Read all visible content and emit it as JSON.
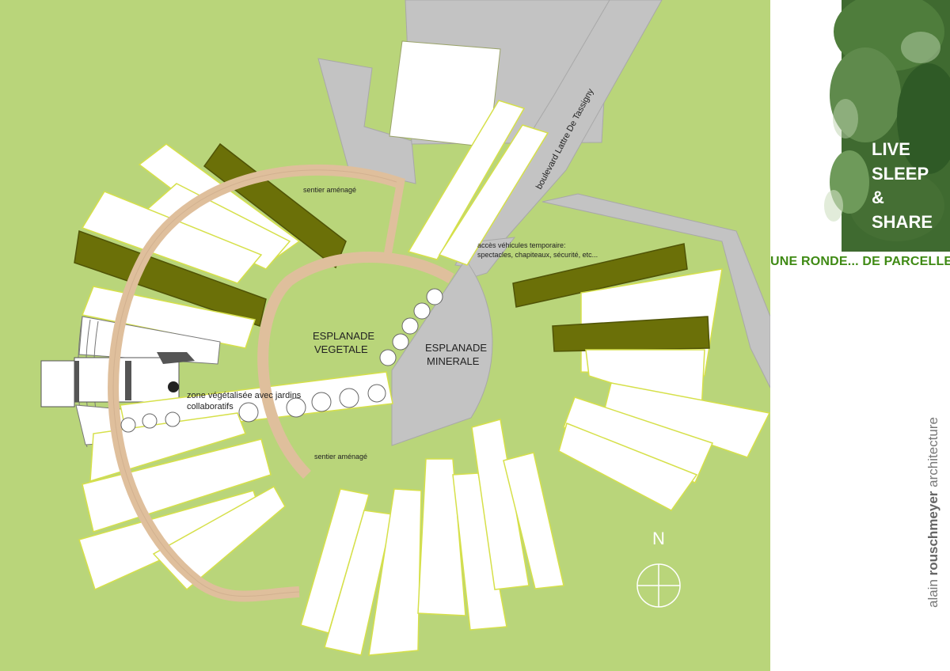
{
  "colors": {
    "lawn": "#b9d57a",
    "road": "#c3c3c3",
    "parcel": "#ffffff",
    "parcel_edge": "#d6e04a",
    "olive_parcel": "#6b7008",
    "path": "#dfbf9c",
    "tagline_green": "#3f8a14"
  },
  "plan": {
    "labels": {
      "sentier_top": "sentier aménagé",
      "sentier_bottom": "sentier aménagé",
      "acces_line1": "accès véhicules temporaire:",
      "acces_line2": "spectacles, chapiteaux, sécurité, etc...",
      "boulevard": "boulevard Lattre De Tassigny",
      "esplanade_vegetale_1": "ESPLANADE",
      "esplanade_vegetale_2": "VEGETALE",
      "esplanade_minerale_1": "ESPLANADE",
      "esplanade_minerale_2": "MINERALE",
      "zone_line1": "zone végétalisée avec jardins",
      "zone_line2": "collaboratifs"
    },
    "north": "N"
  },
  "brand": {
    "line1": "LIVE",
    "line2": "SLEEP",
    "line3": "&",
    "line4": "SHARE",
    "tagline": "UNE RONDE... DE PARCELLES",
    "signature_pre": "alain ",
    "signature_bold": "rouschmeyer",
    "signature_post": " architecture"
  }
}
